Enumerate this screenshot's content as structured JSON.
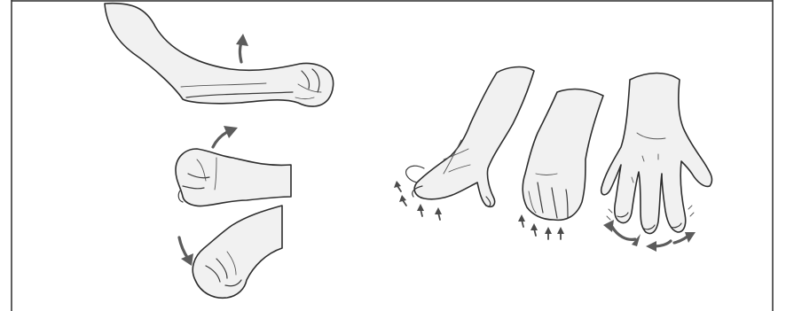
{
  "figure": {
    "border_color": "#2b2b2b",
    "skin_color": "#f1f1f1",
    "outline_color": "#2e2e2e",
    "arrow_color": "#5c5c5c",
    "icons": {
      "wrist_extension": "wrist-extension-illustration",
      "wrist_flexion_up": "wrist-flexion-up-illustration",
      "wrist_flexion_down": "wrist-flexion-down-illustration",
      "finger_lift": "finger-lift-illustration",
      "fist_finger_lift": "fist-finger-lift-illustration",
      "finger_spread": "finger-spread-illustration"
    }
  }
}
